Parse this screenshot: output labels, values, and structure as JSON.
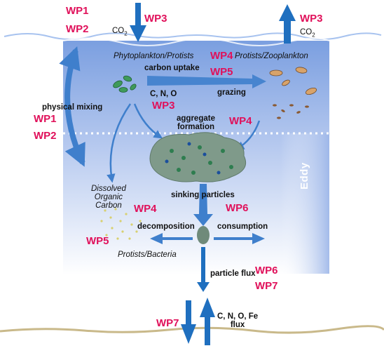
{
  "work_packages": {
    "wp1_top": "WP1",
    "wp2_top": "WP2",
    "wp3_co2_in": "WP3",
    "wp3_co2_out": "WP3",
    "wp4_uptake": "WP4",
    "wp5_uptake": "WP5",
    "wp3_cno": "WP3",
    "wp1_mixing": "WP1",
    "wp2_mixing": "WP2",
    "wp4_aggregate": "WP4",
    "wp4_doc": "WP4",
    "wp5_decomp": "WP5",
    "wp6_sinking": "WP6",
    "wp6_flux": "WP6",
    "wp7_flux": "WP7",
    "wp7_sediment": "WP7"
  },
  "labels": {
    "co2_in": "CO",
    "co2_out": "CO",
    "co2_subscript": "2",
    "phyto": "Phytoplankton/Protists",
    "zoo": "Protists/Zooplankton",
    "carbon_uptake": "carbon uptake",
    "grazing": "grazing",
    "cno": "C, N, O",
    "physical_mixing": "physical mixing",
    "aggregate_formation_1": "aggregate",
    "aggregate_formation_2": "formation",
    "eddy": "Eddy",
    "doc_1": "Dissolved",
    "doc_2": "Organic",
    "doc_3": "Carbon",
    "sinking_particles": "sinking particles",
    "decomposition": "decomposition",
    "consumption": "consumption",
    "protists_bacteria": "Protists/Bacteria",
    "particle_flux": "particle flux",
    "sediment_flux_1": "C, N, O, Fe",
    "sediment_flux_2": "flux"
  },
  "colors": {
    "wp_label": "#e0105a",
    "arrow_blue": "#1f6fbf",
    "water_top": "#7b9fe0",
    "water_bottom": "#ffffff",
    "seafloor": "#c9b98a"
  }
}
